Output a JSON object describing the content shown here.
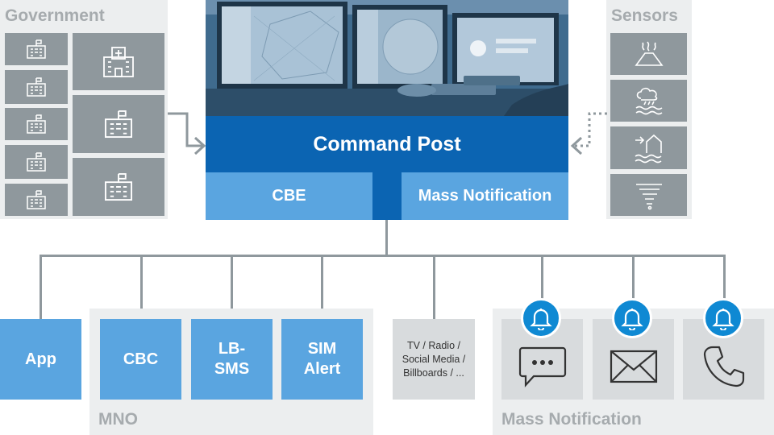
{
  "government": {
    "title": "Government",
    "icons": [
      "building-icon",
      "building-icon",
      "building-icon",
      "building-icon",
      "building-icon",
      "hospital-icon",
      "building-icon",
      "building-icon"
    ]
  },
  "sensors": {
    "title": "Sensors",
    "icons": [
      "volcano-icon",
      "flood-icon",
      "tsunami-house-icon",
      "tornado-icon"
    ]
  },
  "command_post": {
    "title": "Command Post",
    "cbe": "CBE",
    "mass_notification": "Mass Notification"
  },
  "channels": {
    "app": "App",
    "cbc": "CBC",
    "lb_sms": "LB-\nSMS",
    "sim_alert": "SIM\nAlert",
    "tv": "TV / Radio /\nSocial Media /\nBillboards / ...",
    "mno_label": "MNO",
    "mass_notification_label": "Mass Notification",
    "mass_notification_icons": [
      "chat-bubble-icon",
      "envelope-icon",
      "phone-icon"
    ],
    "bell_icon": "bell-icon"
  },
  "colors": {
    "dark_blue": "#0b64b2",
    "light_blue": "#5aa5e0",
    "grey_tile": "#8f989d",
    "panel_bg": "#eceeef",
    "bell_blue": "#0f89d3"
  }
}
